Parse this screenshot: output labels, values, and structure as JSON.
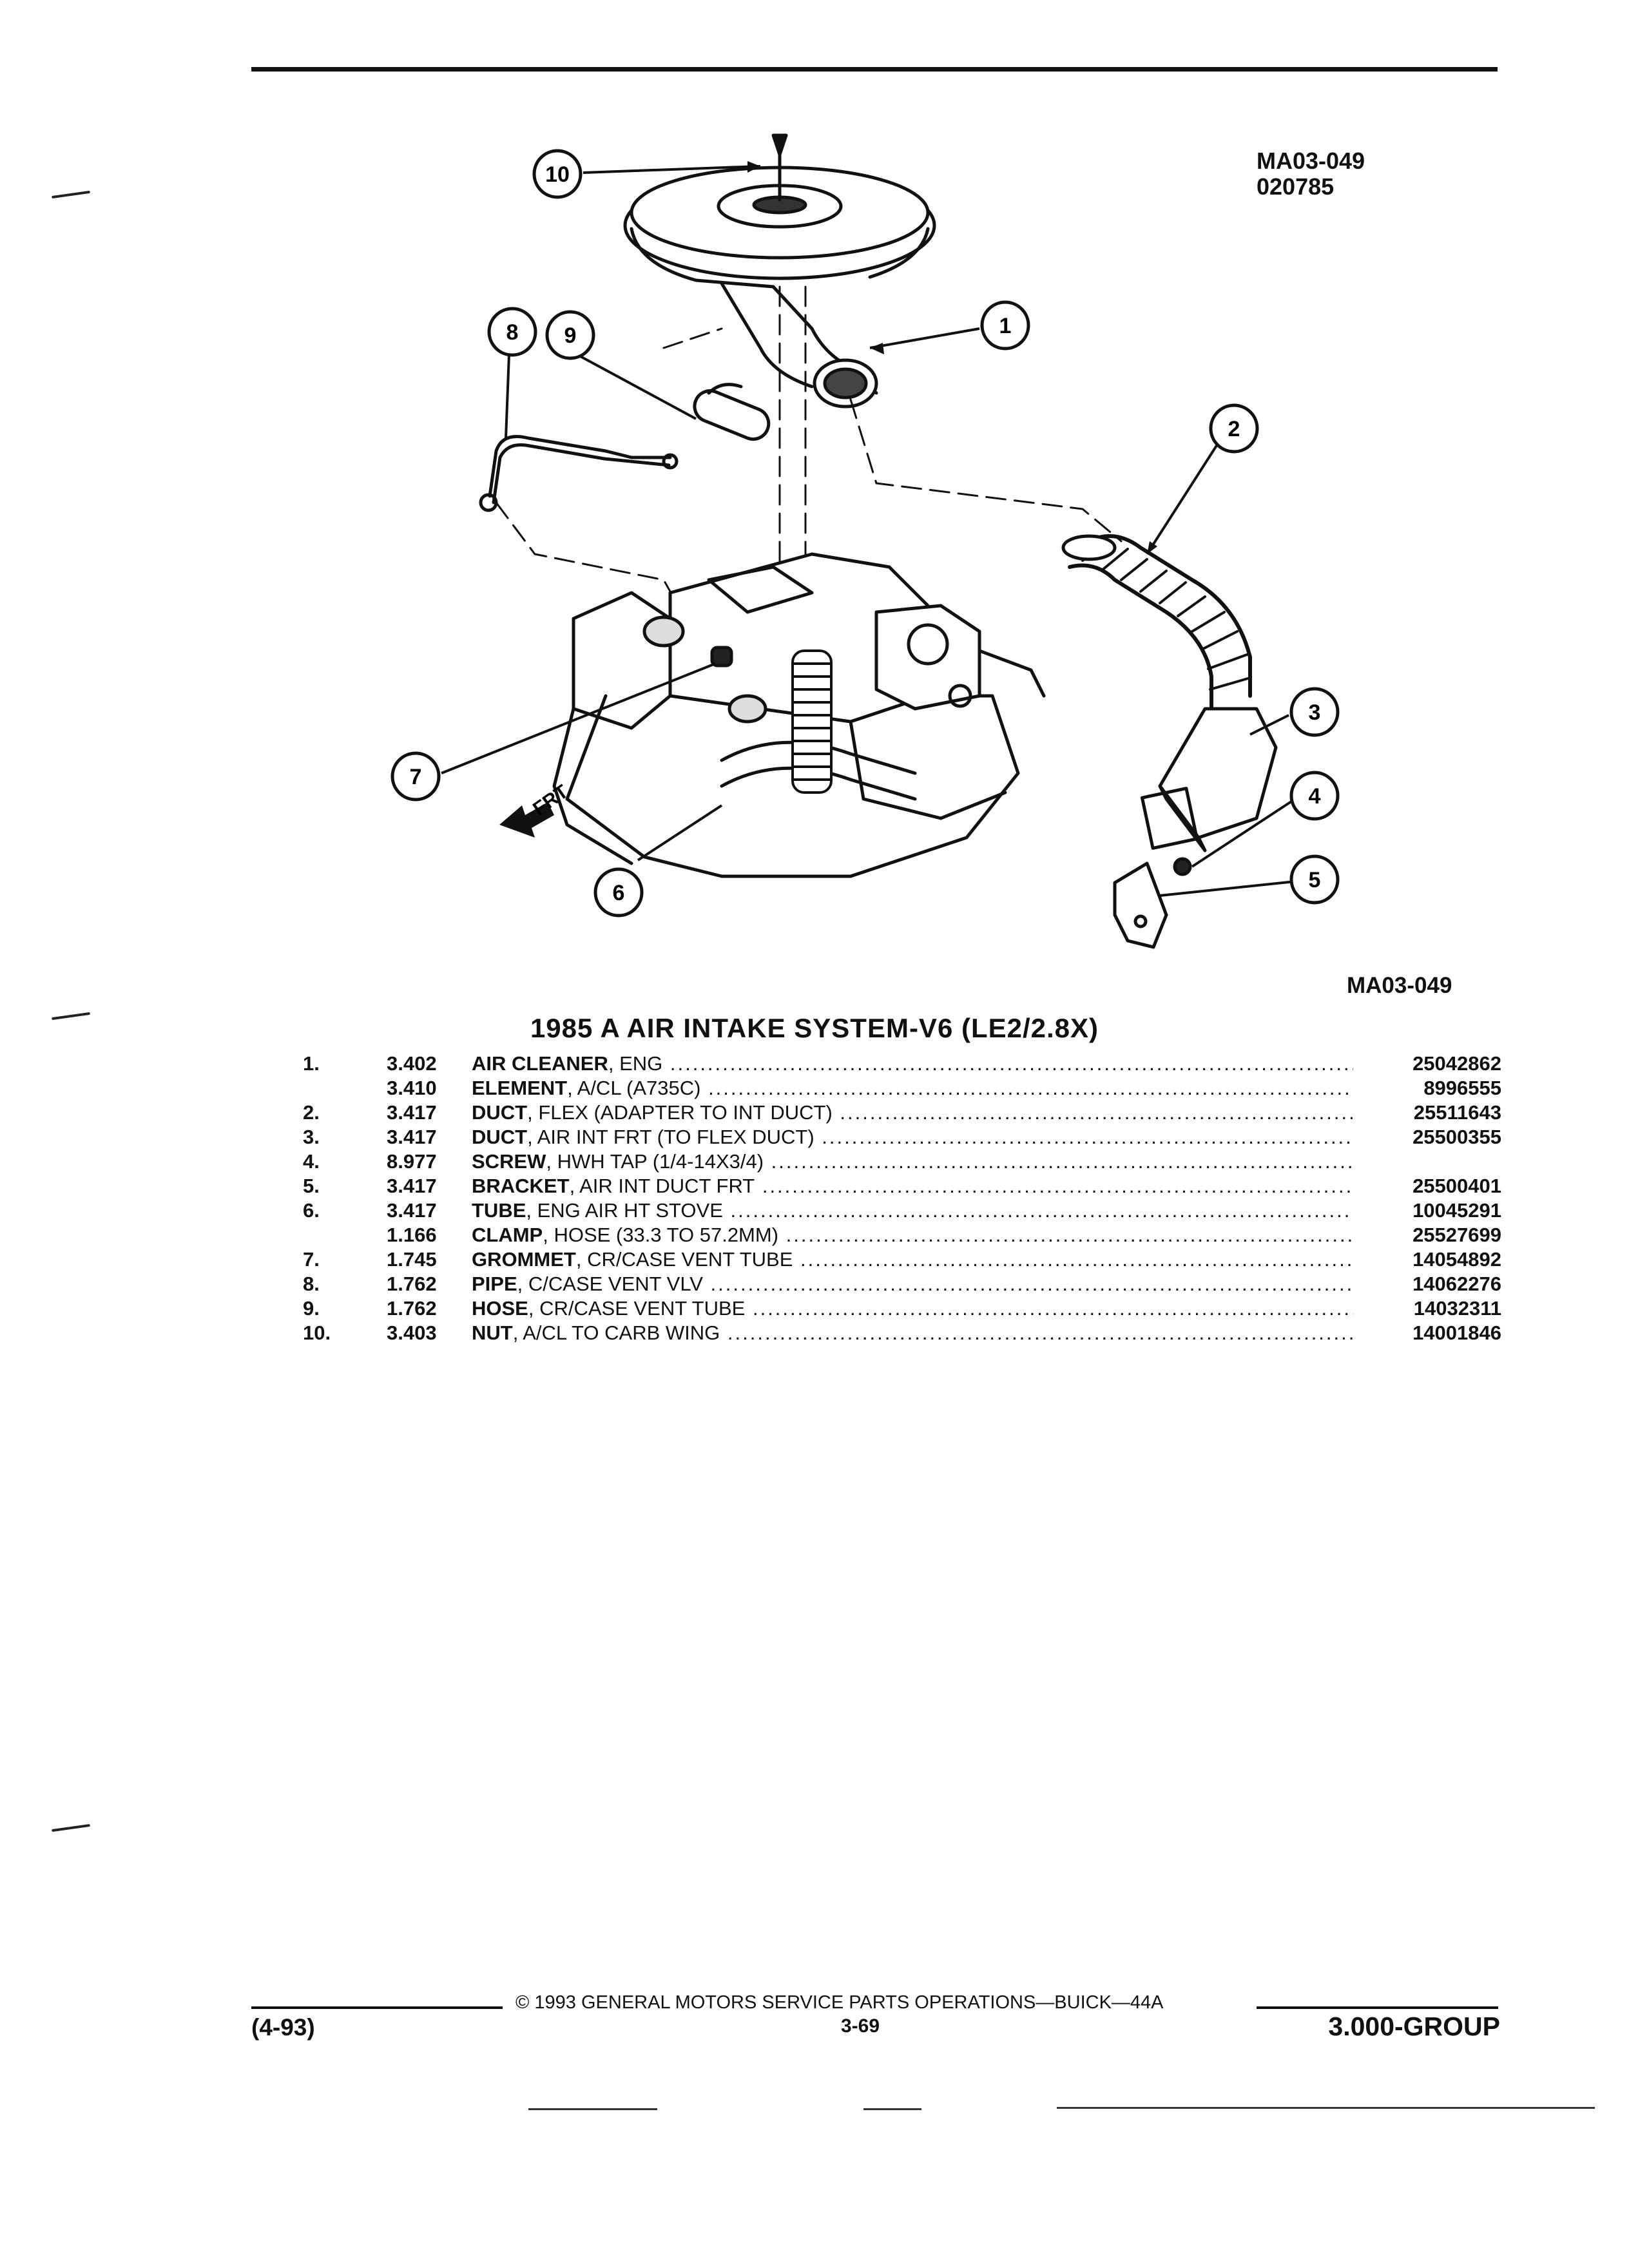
{
  "drawing": {
    "id_line1": "MA03-049",
    "id_line2": "020785",
    "fig_code": "MA03-049"
  },
  "diagram": {
    "callouts": [
      "1",
      "2",
      "3",
      "4",
      "5",
      "6",
      "7",
      "8",
      "9",
      "10"
    ],
    "front_label": "FRT"
  },
  "title": "1985 A AIR INTAKE SYSTEM-V6 (LE2/2.8X)",
  "parts": [
    {
      "num": "1.",
      "group": "3.402",
      "name": "AIR CLEANER",
      "spec": ", ENG",
      "pn": "25042862"
    },
    {
      "num": "",
      "group": "3.410",
      "name": "ELEMENT",
      "spec": ", A/CL (A735C)",
      "pn": "8996555"
    },
    {
      "num": "2.",
      "group": "3.417",
      "name": "DUCT",
      "spec": ", FLEX (ADAPTER TO INT DUCT)",
      "pn": "25511643"
    },
    {
      "num": "3.",
      "group": "3.417",
      "name": "DUCT",
      "spec": ", AIR INT FRT (TO FLEX DUCT)",
      "pn": "25500355"
    },
    {
      "num": "4.",
      "group": "8.977",
      "name": "SCREW",
      "spec": ", HWH TAP (1/4-14X3/4)",
      "pn": ""
    },
    {
      "num": "5.",
      "group": "3.417",
      "name": "BRACKET",
      "spec": ", AIR INT DUCT FRT",
      "pn": "25500401"
    },
    {
      "num": "6.",
      "group": "3.417",
      "name": "TUBE",
      "spec": ", ENG AIR HT STOVE",
      "pn": "10045291"
    },
    {
      "num": "",
      "group": "1.166",
      "name": "CLAMP",
      "spec": ", HOSE (33.3 TO 57.2MM)",
      "pn": "25527699"
    },
    {
      "num": "7.",
      "group": "1.745",
      "name": "GROMMET",
      "spec": ", CR/CASE VENT TUBE",
      "pn": "14054892"
    },
    {
      "num": "8.",
      "group": "1.762",
      "name": "PIPE",
      "spec": ", C/CASE VENT VLV",
      "pn": "14062276"
    },
    {
      "num": "9.",
      "group": "1.762",
      "name": "HOSE",
      "spec": ", CR/CASE VENT TUBE",
      "pn": "14032311"
    },
    {
      "num": "10.",
      "group": "3.403",
      "name": "NUT",
      "spec": ", A/CL TO CARB WING",
      "pn": "14001846"
    }
  ],
  "footer": {
    "copyright": "© 1993 GENERAL MOTORS SERVICE PARTS OPERATIONS—BUICK—44A",
    "date": "(4-93)",
    "page": "3-69",
    "group": "3.000-GROUP"
  }
}
